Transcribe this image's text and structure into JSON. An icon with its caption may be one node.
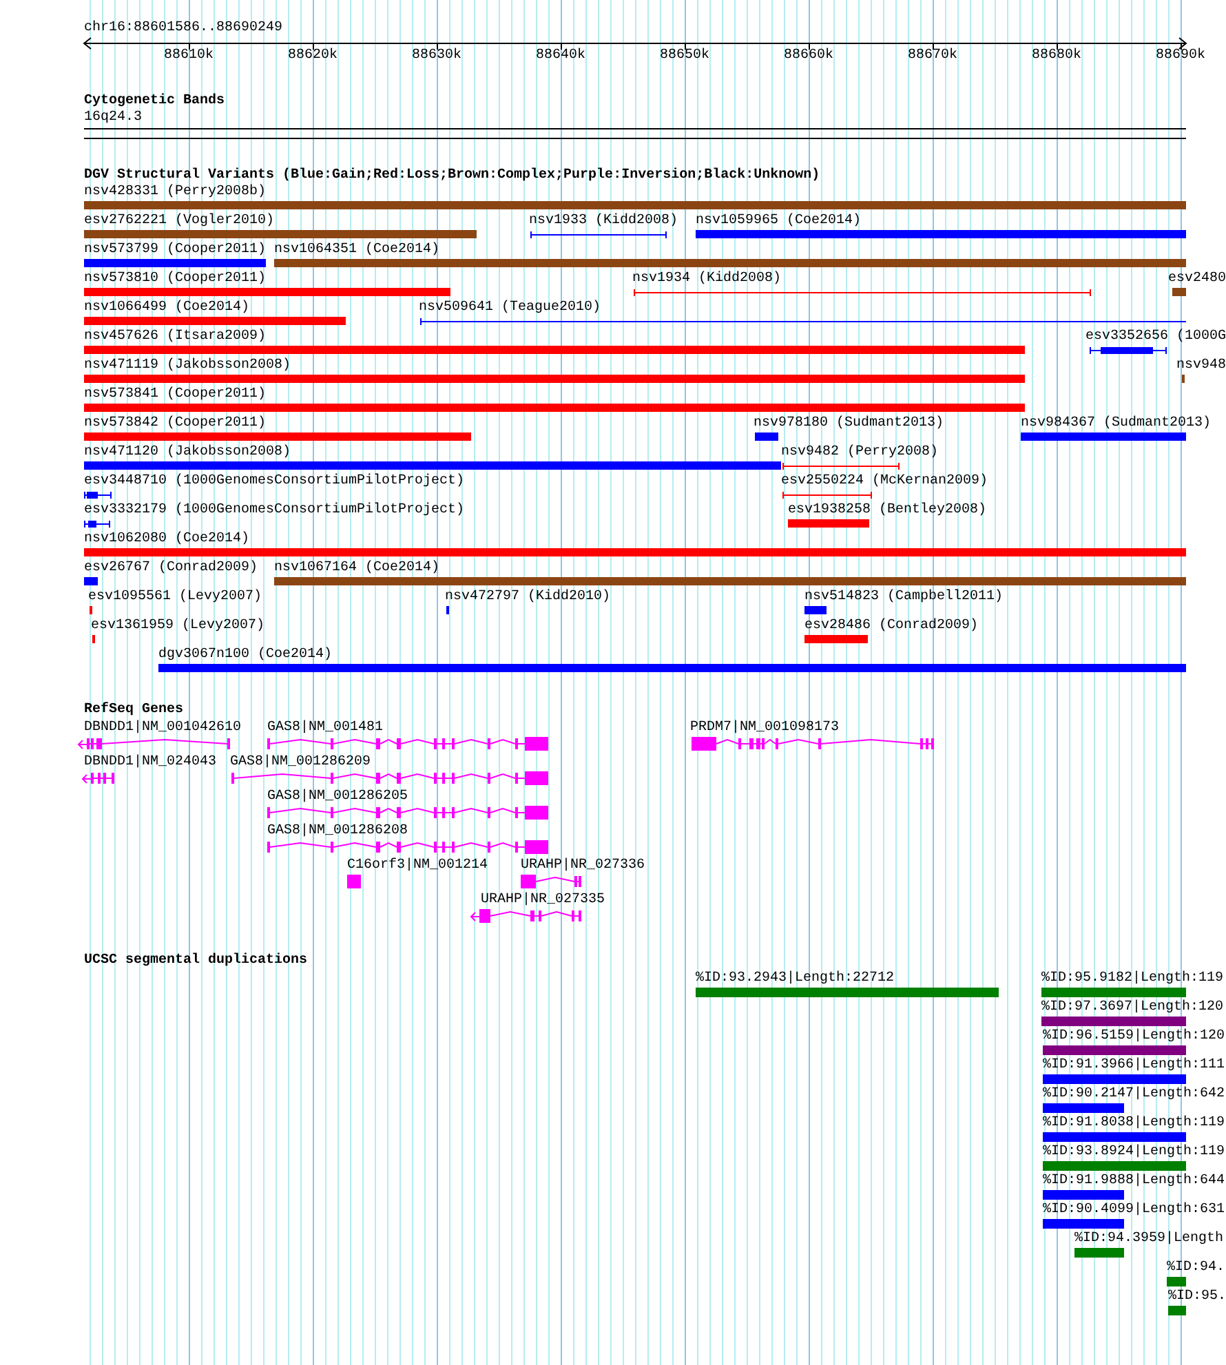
{
  "diagram": {
    "labels": [
      "chr16:88601586..88690249",
      "88610k",
      "88620k",
      "88630k",
      "88640k",
      "88650k",
      "88660k",
      "88670k",
      "88680k",
      "88690k",
      "Cytogenetic Bands",
      "16q24.3",
      "DGV Structural Variants (Blue:Gain;Red:Loss;Brown:Complex;Purple:Inversion;Black:Unknown)",
      "nsv428331 (Perry2008b)",
      "esv2762221 (Vogler2010)",
      "nsv1933 (Kidd2008)",
      "nsv1059965 (Coe2014)",
      "nsv573799 (Cooper2011)",
      "nsv1064351 (Coe2014)",
      "nsv573810 (Cooper2011)",
      "nsv1934 (Kidd2008)",
      "esv2480",
      "nsv1066499 (Coe2014)",
      "nsv509641 (Teague2010)",
      "nsv457626 (Itsara2009)",
      "esv3352656 (1000G",
      "nsv471119 (Jakobsson2008)",
      "nsv948",
      "nsv573841 (Cooper2011)",
      "nsv573842 (Cooper2011)",
      "nsv978180 (Sudmant2013)",
      "nsv984367 (Sudmant2013)",
      "nsv471120 (Jakobsson2008)",
      "nsv9482 (Perry2008)",
      "esv3448710 (1000GenomesConsortiumPilotProject)",
      "esv2550224 (McKernan2009)",
      "esv3332179 (1000GenomesConsortiumPilotProject)",
      "esv1938258 (Bentley2008)",
      "nsv1062080 (Coe2014)",
      "esv26767 (Conrad2009)",
      "nsv1067164 (Coe2014)",
      "esv1095561 (Levy2007)",
      "nsv472797 (Kidd2010)",
      "nsv514823 (Campbell2011)",
      "esv1361959 (Levy2007)",
      "esv28486 (Conrad2009)",
      "dgv3067n100 (Coe2014)",
      "RefSeq Genes",
      "DBNDD1|NM_001042610",
      "GAS8|NM_001481",
      "PRDM7|NM_001098173",
      "DBNDD1|NM_024043",
      "GAS8|NM_001286209",
      "GAS8|NM_001286205",
      "GAS8|NM_001286208",
      "C16orf3|NM_001214",
      "URAHP|NR_027336",
      "URAHP|NR_027335",
      "UCSC segmental duplications",
      "%ID:93.2943|Length:22712",
      "%ID:95.9182|Length:119",
      "%ID:97.3697|Length:120",
      "%ID:96.5159|Length:120",
      "%ID:91.3966|Length:111",
      "%ID:90.2147|Length:642",
      "%ID:91.8038|Length:119",
      "%ID:93.8924|Length:119",
      "%ID:91.9888|Length:644",
      "%ID:90.4099|Length:631",
      "%ID:94.3959|Length",
      "%ID:94.",
      "%ID:95."
    ]
  }
}
